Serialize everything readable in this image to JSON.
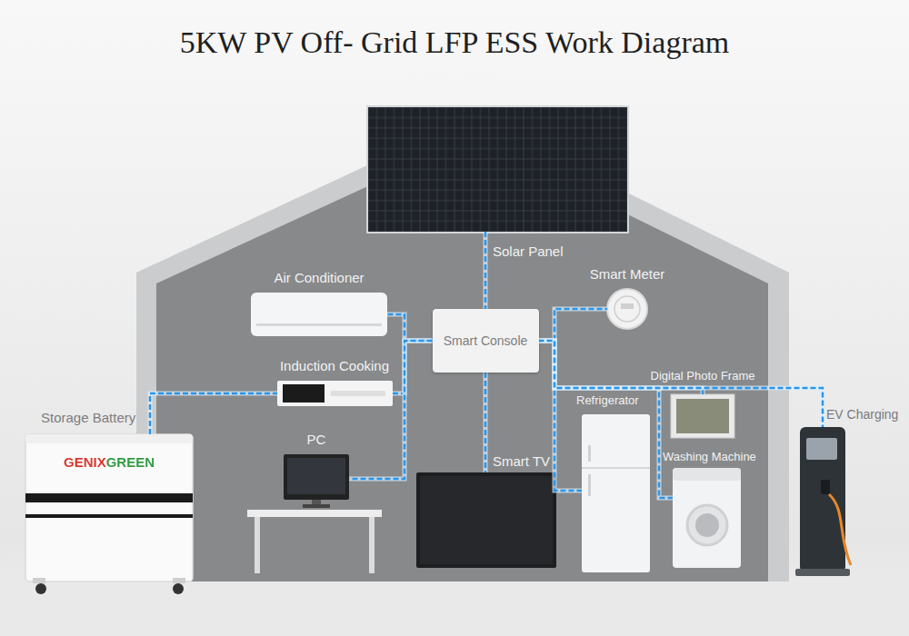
{
  "diagram": {
    "title": "5KW PV Off- Grid LFP ESS Work Diagram",
    "nodes": [
      {
        "text": [
          "Solar Panel"
        ]
      },
      {
        "text": [
          "Air Conditioner"
        ]
      },
      {
        "text": [
          "Smart Console"
        ]
      },
      {
        "text": [
          "Smart Meter"
        ]
      },
      {
        "text": [
          "Induction Cooking"
        ]
      },
      {
        "text": [
          "Digital Photo Frame"
        ]
      },
      {
        "text": [
          "Storage Battery",
          "GENIXGREEN"
        ]
      },
      {
        "text": [
          "Refrigerator"
        ]
      },
      {
        "text": [
          "EV Charging"
        ]
      },
      {
        "text": [
          "PC"
        ]
      },
      {
        "text": [
          "Washing Machine"
        ]
      },
      {
        "text": [
          "Smart TV"
        ]
      }
    ],
    "edges": [
      {
        "from": 0,
        "to": 2,
        "arrow": "none"
      },
      {
        "from": 2,
        "to": 1,
        "arrow": "none"
      },
      {
        "from": 2,
        "to": 3,
        "arrow": "none"
      },
      {
        "from": 4,
        "to": 2,
        "arrow": "none"
      },
      {
        "from": 6,
        "to": 4,
        "arrow": "none"
      },
      {
        "from": 2,
        "to": 9,
        "arrow": "none"
      },
      {
        "from": 2,
        "to": 11,
        "arrow": "none"
      },
      {
        "from": 2,
        "to": 7,
        "arrow": "none"
      },
      {
        "from": 2,
        "to": 5,
        "arrow": "none"
      },
      {
        "from": 2,
        "to": 10,
        "arrow": "none"
      },
      {
        "from": 2,
        "to": 8,
        "arrow": "none"
      }
    ]
  }
}
